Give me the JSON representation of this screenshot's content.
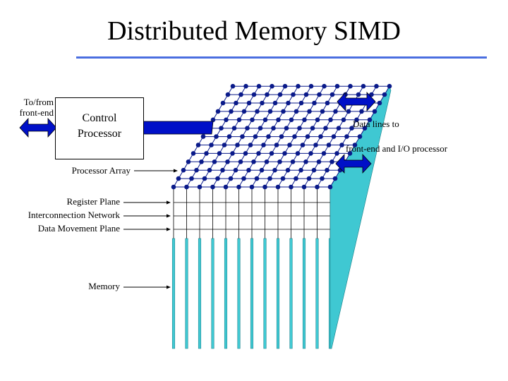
{
  "title": "Distributed Memory SIMD",
  "colors": {
    "accent": "#4a6ee0",
    "blue": "#0010c8",
    "cyan": "#3fc8d2",
    "node": "#0a1a8a"
  },
  "labels": {
    "to_from": "To/from",
    "front_end": "front-end",
    "control": "Control",
    "processor": "Processor",
    "processor_array": "Processor Array",
    "register_plane": "Register Plane",
    "interconnection_network": "Interconnection Network",
    "data_movement_plane": "Data Movement Plane",
    "memory": "Memory",
    "data_lines_to": "Data lines to",
    "front_end_io": "front-end and I/O processor"
  }
}
